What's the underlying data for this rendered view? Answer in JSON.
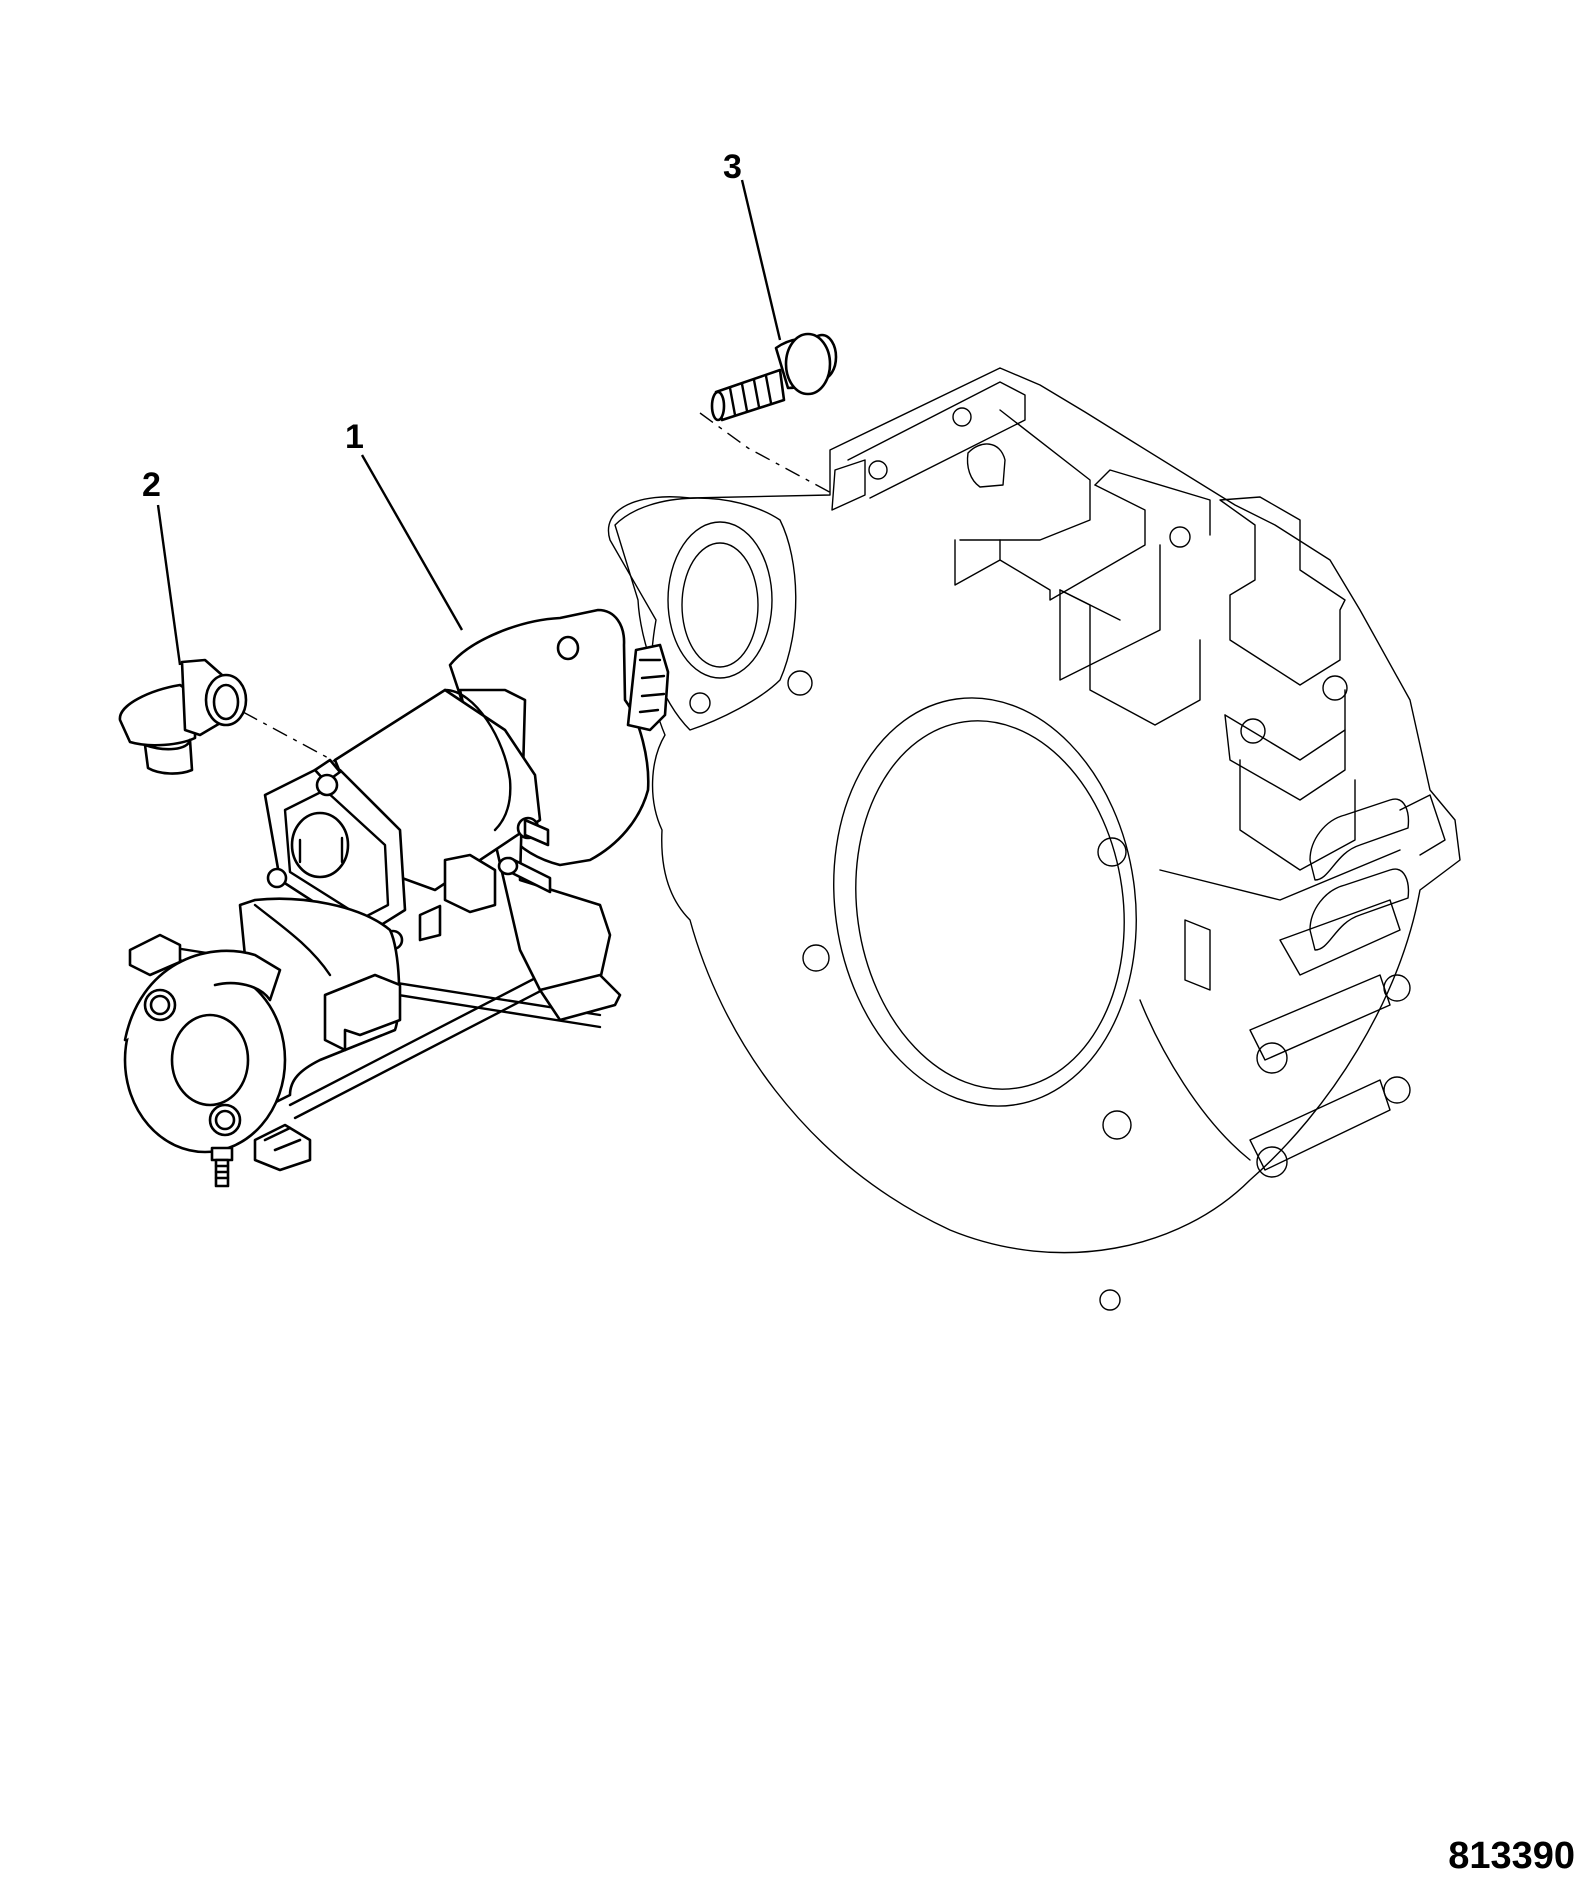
{
  "callouts": [
    {
      "id": "1",
      "label": "1"
    },
    {
      "id": "2",
      "label": "2"
    },
    {
      "id": "3",
      "label": "3"
    }
  ],
  "figure_number": "813390",
  "parts": [
    "starter-motor",
    "elbow-connector",
    "flange-bolt",
    "flywheel-housing"
  ]
}
